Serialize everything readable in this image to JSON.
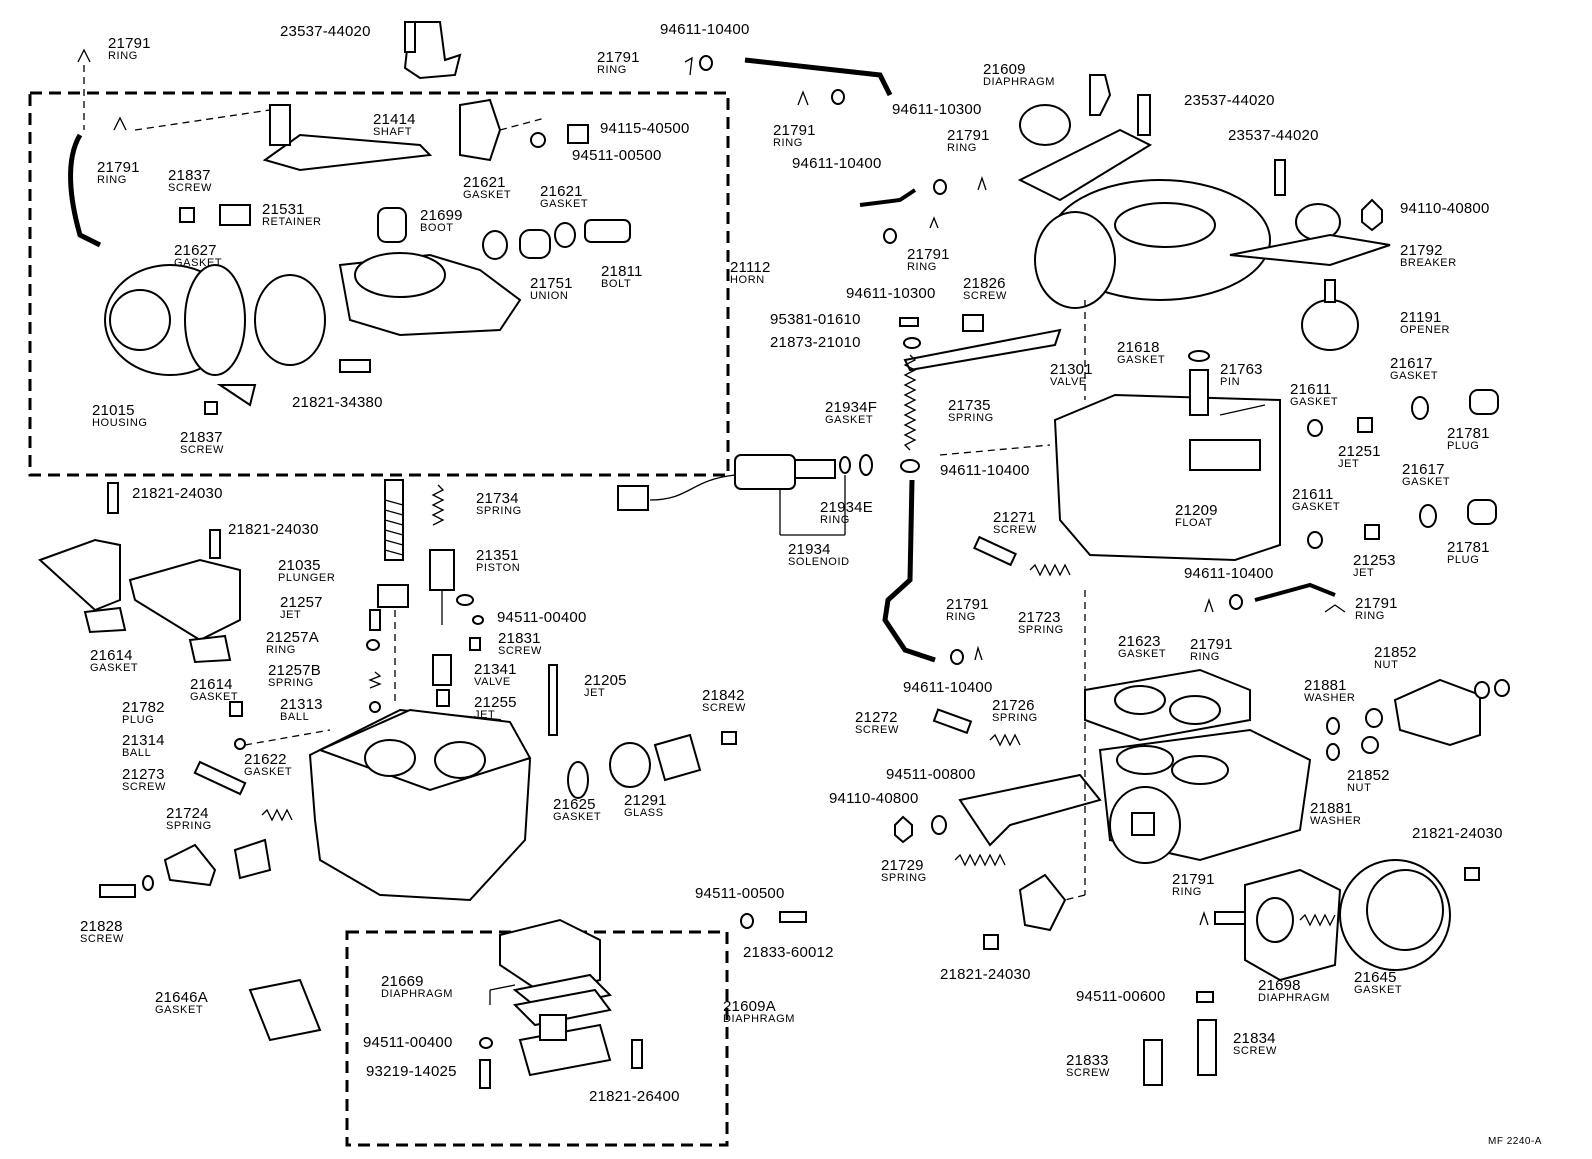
{
  "diagram": {
    "labels": [
      {
        "id": "l0",
        "number": "21791",
        "name": "RING"
      },
      {
        "id": "l1",
        "number": "23537-44020",
        "name": ""
      },
      {
        "id": "l2",
        "number": "94611-10400",
        "name": ""
      },
      {
        "id": "l3",
        "number": "21791",
        "name": "RING"
      },
      {
        "id": "l4",
        "number": "21609",
        "name": "DIAPHRAGM"
      },
      {
        "id": "l5",
        "number": "23537-44020",
        "name": ""
      },
      {
        "id": "l6",
        "number": "23537-44020",
        "name": ""
      },
      {
        "id": "l7",
        "number": "94611-10300",
        "name": ""
      },
      {
        "id": "l8",
        "number": "21791",
        "name": "RING"
      },
      {
        "id": "l9",
        "number": "21791",
        "name": "RING"
      },
      {
        "id": "l10",
        "number": "94611-10400",
        "name": ""
      },
      {
        "id": "l11",
        "number": "21414",
        "name": "SHAFT"
      },
      {
        "id": "l12",
        "number": "94115-40500",
        "name": ""
      },
      {
        "id": "l13",
        "number": "94511-00500",
        "name": ""
      },
      {
        "id": "l14",
        "number": "21791",
        "name": "RING"
      },
      {
        "id": "l15",
        "number": "21837",
        "name": "SCREW"
      },
      {
        "id": "l16",
        "number": "21621",
        "name": "GASKET"
      },
      {
        "id": "l17",
        "number": "21621",
        "name": "GASKET"
      },
      {
        "id": "l18",
        "number": "21531",
        "name": "RETAINER"
      },
      {
        "id": "l19",
        "number": "21699",
        "name": "BOOT"
      },
      {
        "id": "l20",
        "number": "21627",
        "name": "GASKET"
      },
      {
        "id": "l21",
        "number": "21751",
        "name": "UNION"
      },
      {
        "id": "l22",
        "number": "21811",
        "name": "BOLT"
      },
      {
        "id": "l23",
        "number": "21112",
        "name": "HORN"
      },
      {
        "id": "l24",
        "number": "21015",
        "name": "HOUSING"
      },
      {
        "id": "l25",
        "number": "21821-34380",
        "name": ""
      },
      {
        "id": "l26",
        "number": "21837",
        "name": "SCREW"
      },
      {
        "id": "l27",
        "number": "94110-40800",
        "name": ""
      },
      {
        "id": "l28",
        "number": "21792",
        "name": "BREAKER"
      },
      {
        "id": "l29",
        "number": "21191",
        "name": "OPENER"
      },
      {
        "id": "l30",
        "number": "21791",
        "name": "RING"
      },
      {
        "id": "l31",
        "number": "94611-10300",
        "name": ""
      },
      {
        "id": "l32",
        "number": "21826",
        "name": "SCREW"
      },
      {
        "id": "l33",
        "number": "95381-01610",
        "name": ""
      },
      {
        "id": "l34",
        "number": "21873-21010",
        "name": ""
      },
      {
        "id": "l35",
        "number": "21301",
        "name": "VALVE"
      },
      {
        "id": "l36",
        "number": "21618",
        "name": "GASKET"
      },
      {
        "id": "l37",
        "number": "21763",
        "name": "PIN"
      },
      {
        "id": "l38",
        "number": "21617",
        "name": "GASKET"
      },
      {
        "id": "l39",
        "number": "21611",
        "name": "GASKET"
      },
      {
        "id": "l40",
        "number": "21934F",
        "name": "GASKET"
      },
      {
        "id": "l41",
        "number": "21735",
        "name": "SPRING"
      },
      {
        "id": "l42",
        "number": "21251",
        "name": "JET"
      },
      {
        "id": "l43",
        "number": "21781",
        "name": "PLUG"
      },
      {
        "id": "l44",
        "number": "94611-10400",
        "name": ""
      },
      {
        "id": "l45",
        "number": "21617",
        "name": "GASKET"
      },
      {
        "id": "l46",
        "number": "21934E",
        "name": "RING"
      },
      {
        "id": "l47",
        "number": "21209",
        "name": "FLOAT"
      },
      {
        "id": "l48",
        "number": "21611",
        "name": "GASKET"
      },
      {
        "id": "l49",
        "number": "21934",
        "name": "SOLENOID"
      },
      {
        "id": "l50",
        "number": "21271",
        "name": "SCREW"
      },
      {
        "id": "l51",
        "number": "21781",
        "name": "PLUG"
      },
      {
        "id": "l52",
        "number": "21253",
        "name": "JET"
      },
      {
        "id": "l53",
        "number": "21821-24030",
        "name": ""
      },
      {
        "id": "l54",
        "number": "21821-24030",
        "name": ""
      },
      {
        "id": "l55",
        "number": "21734",
        "name": "SPRING"
      },
      {
        "id": "l56",
        "number": "21035",
        "name": "PLUNGER"
      },
      {
        "id": "l57",
        "number": "21351",
        "name": "PISTON"
      },
      {
        "id": "l58",
        "number": "21257",
        "name": "JET"
      },
      {
        "id": "l59",
        "number": "94511-00400",
        "name": ""
      },
      {
        "id": "l60",
        "number": "21614",
        "name": "GASKET"
      },
      {
        "id": "l61",
        "number": "21257A",
        "name": "RING"
      },
      {
        "id": "l62",
        "number": "21831",
        "name": "SCREW"
      },
      {
        "id": "l63",
        "number": "21614",
        "name": "GASKET"
      },
      {
        "id": "l64",
        "number": "21257B",
        "name": "SPRING"
      },
      {
        "id": "l65",
        "number": "21341",
        "name": "VALVE"
      },
      {
        "id": "l66",
        "number": "21205",
        "name": "JET"
      },
      {
        "id": "l67",
        "number": "21782",
        "name": "PLUG"
      },
      {
        "id": "l68",
        "number": "21313",
        "name": "BALL"
      },
      {
        "id": "l69",
        "number": "21255",
        "name": "JET"
      },
      {
        "id": "l70",
        "number": "21314",
        "name": "BALL"
      },
      {
        "id": "l71",
        "number": "21622",
        "name": "GASKET"
      },
      {
        "id": "l72",
        "number": "21273",
        "name": "SCREW"
      },
      {
        "id": "l73",
        "number": "21842",
        "name": "SCREW"
      },
      {
        "id": "l74",
        "number": "21724",
        "name": "SPRING"
      },
      {
        "id": "l75",
        "number": "21625",
        "name": "GASKET"
      },
      {
        "id": "l76",
        "number": "21291",
        "name": "GLASS"
      },
      {
        "id": "l77",
        "number": "94611-10400",
        "name": ""
      },
      {
        "id": "l78",
        "number": "21791",
        "name": "RING"
      },
      {
        "id": "l79",
        "number": "21723",
        "name": "SPRING"
      },
      {
        "id": "l80",
        "number": "21791",
        "name": "RING"
      },
      {
        "id": "l81",
        "number": "21791",
        "name": "RING"
      },
      {
        "id": "l82",
        "number": "21623",
        "name": "GASKET"
      },
      {
        "id": "l83",
        "number": "21852",
        "name": "NUT"
      },
      {
        "id": "l84",
        "number": "21881",
        "name": "WASHER"
      },
      {
        "id": "l85",
        "number": "94611-10400",
        "name": ""
      },
      {
        "id": "l86",
        "number": "21272",
        "name": "SCREW"
      },
      {
        "id": "l87",
        "number": "21726",
        "name": "SPRING"
      },
      {
        "id": "l88",
        "number": "21852",
        "name": "NUT"
      },
      {
        "id": "l89",
        "number": "94511-00800",
        "name": ""
      },
      {
        "id": "l90",
        "number": "94110-40800",
        "name": ""
      },
      {
        "id": "l91",
        "number": "21881",
        "name": "WASHER"
      },
      {
        "id": "l92",
        "number": "21821-24030",
        "name": ""
      },
      {
        "id": "l93",
        "number": "21729",
        "name": "SPRING"
      },
      {
        "id": "l94",
        "number": "21828",
        "name": "SCREW"
      },
      {
        "id": "l95",
        "number": "94511-00500",
        "name": ""
      },
      {
        "id": "l96",
        "number": "21833-60012",
        "name": ""
      },
      {
        "id": "l97",
        "number": "21791",
        "name": "RING"
      },
      {
        "id": "l98",
        "number": "21669",
        "name": "DIAPHRAGM"
      },
      {
        "id": "l99",
        "number": "21646A",
        "name": "GASKET"
      },
      {
        "id": "l100",
        "number": "21609A",
        "name": "DIAPHRAGM"
      },
      {
        "id": "l101",
        "number": "21821-24030",
        "name": ""
      },
      {
        "id": "l102",
        "number": "21698",
        "name": "DIAPHRAGM"
      },
      {
        "id": "l103",
        "number": "21645",
        "name": "GASKET"
      },
      {
        "id": "l104",
        "number": "94511-00600",
        "name": ""
      },
      {
        "id": "l105",
        "number": "94511-00400",
        "name": ""
      },
      {
        "id": "l106",
        "number": "21834",
        "name": "SCREW"
      },
      {
        "id": "l107",
        "number": "21833",
        "name": "SCREW"
      },
      {
        "id": "l108",
        "number": "93219-14025",
        "name": ""
      },
      {
        "id": "l109",
        "number": "21821-26400",
        "name": ""
      }
    ],
    "ref_code": "MF 2240-A"
  }
}
